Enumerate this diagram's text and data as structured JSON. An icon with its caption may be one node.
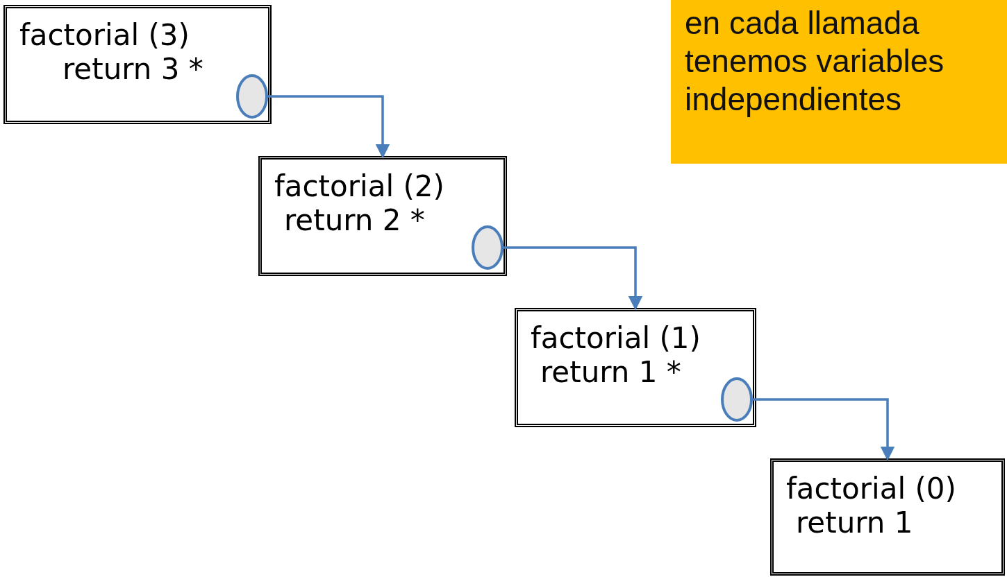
{
  "diagram": {
    "nodes": [
      {
        "text": [
          "factorial (3)",
          "return 3 *"
        ]
      },
      {
        "text": [],
        "shape": "circle",
        "in": 0
      },
      {
        "text": [
          "factorial (2)",
          "return 2 *"
        ]
      },
      {
        "text": [],
        "shape": "circle",
        "in": 2
      },
      {
        "text": [
          "factorial (1)",
          "return 1 *"
        ]
      },
      {
        "text": [],
        "shape": "circle",
        "in": 4
      },
      {
        "text": [
          "factorial (0)",
          "return 1"
        ]
      },
      {
        "text": [
          "en cada llamada tenemos variables independientes"
        ]
      }
    ],
    "edges": [
      {
        "from": 1,
        "to": 2,
        "arrow": "to"
      },
      {
        "from": 3,
        "to": 4,
        "arrow": "to"
      },
      {
        "from": 5,
        "to": 6,
        "arrow": "to"
      }
    ]
  }
}
